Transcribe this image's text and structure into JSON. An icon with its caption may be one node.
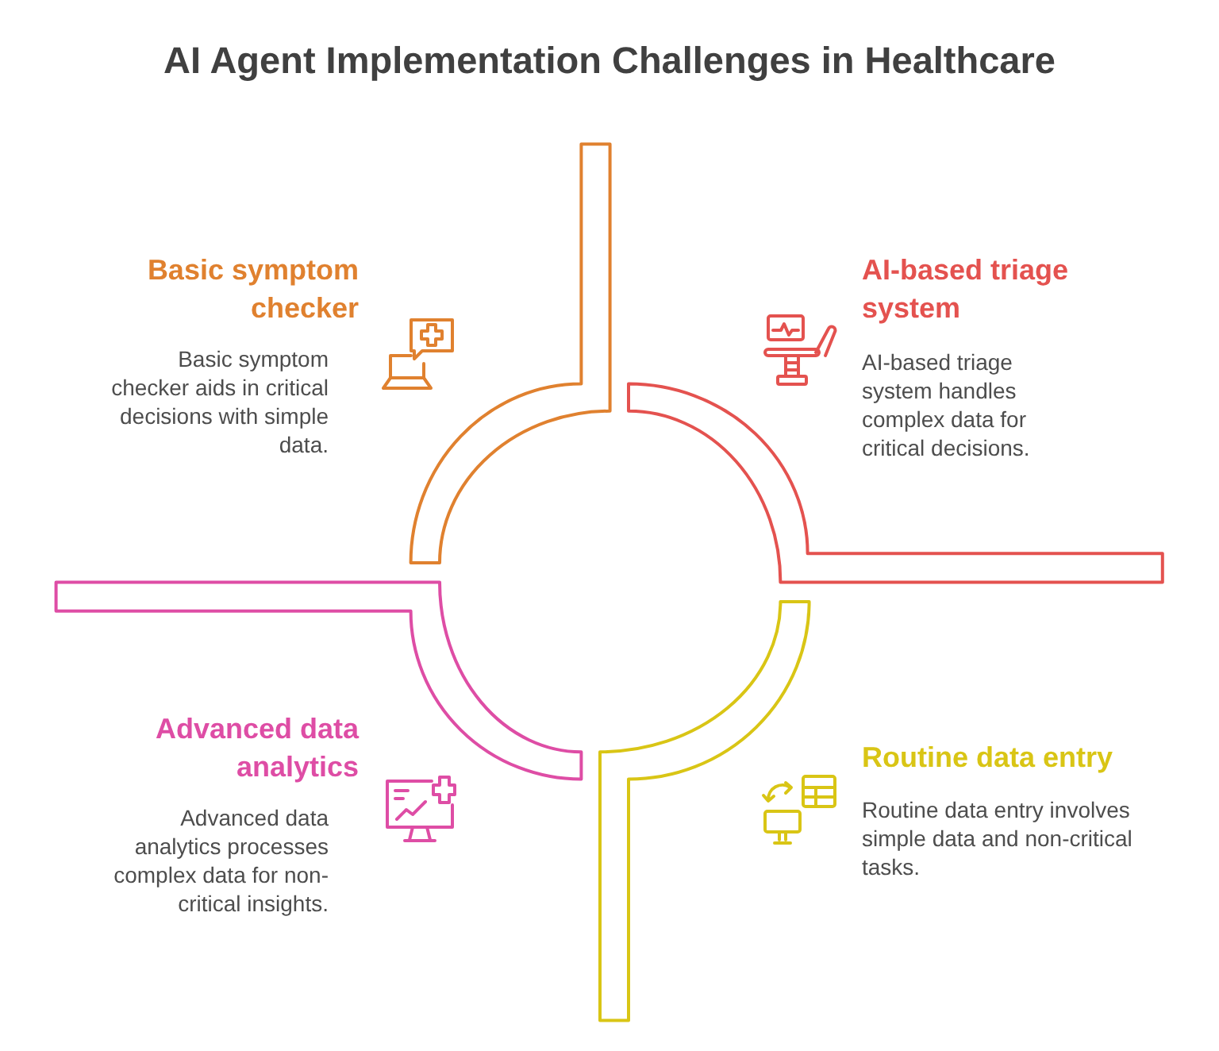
{
  "diagram": {
    "title": "AI Agent Implementation Challenges in Healthcare",
    "nodes": [
      {
        "text": [
          "Basic symptom checker",
          "Basic symptom checker aids in critical decisions with simple data."
        ]
      },
      {
        "text": [
          "AI-based triage system",
          "AI-based triage system handles complex data for critical decisions."
        ]
      },
      {
        "text": [
          "Advanced data analytics",
          "Advanced data analytics processes complex data for non-critical insights."
        ]
      },
      {
        "text": [
          "Routine data entry",
          "Routine data entry involves simple data and non-critical tasks."
        ]
      }
    ]
  }
}
